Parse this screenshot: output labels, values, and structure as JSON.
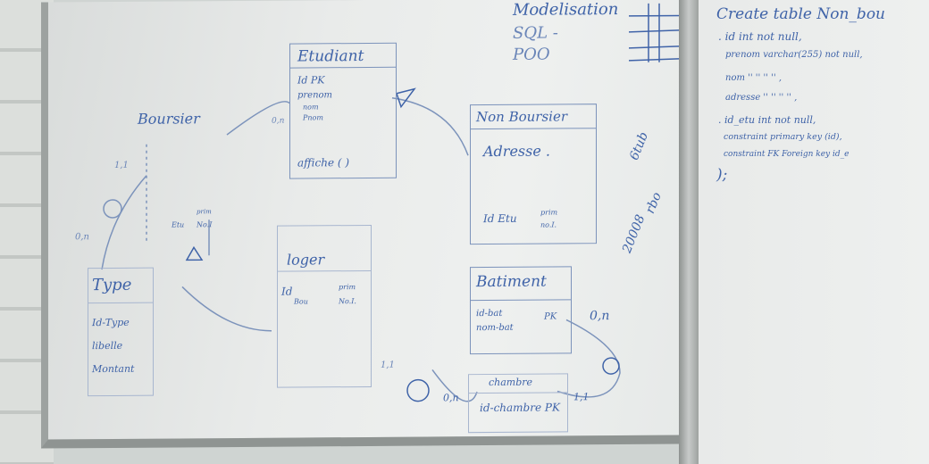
{
  "left_board": {
    "header": [
      "Modelisation",
      "SQL -",
      "POO"
    ],
    "entities": {
      "etudiant": {
        "name": "Etudiant",
        "attrs": [
          "Id PK",
          "prenom",
          "nom",
          "Pnom"
        ],
        "method": "affiche ( )"
      },
      "boursier": {
        "name": "Boursier",
        "attrs": [
          "Etu",
          "prim",
          "No.I"
        ]
      },
      "non_boursier": {
        "name": "Non Boursier",
        "attrs": [
          "Adresse .",
          "Id Etu",
          "prim",
          "no.I."
        ]
      },
      "loger": {
        "name": "loger",
        "attrs": [
          "Id",
          "Bou",
          "prim",
          "No.I."
        ]
      },
      "type": {
        "name": "Type",
        "attrs": [
          "Id-Type",
          "libelle",
          "Montant"
        ]
      },
      "batiment": {
        "name": "Batiment",
        "attrs": [
          "id-bat",
          "PK",
          "nom-bat"
        ]
      },
      "chambre": {
        "name": "chambre",
        "attrs": [
          "id-chambre PK"
        ]
      }
    },
    "cardinalities": [
      "1,1",
      "0,n",
      "0,n",
      "1,1",
      "0,n",
      "1,1",
      "0,n"
    ],
    "side_note": [
      "6tub",
      "rbo",
      "20008"
    ]
  },
  "right_board": {
    "lines": [
      "Create table Non_bou",
      ". id int not null,",
      "prenom varchar(255) not null,",
      "nom  ''  ''  '' '' ,",
      "adresse  ''  ''  ''  '' ,",
      ". id_etu int not null,",
      "constraint primary key (id),",
      "constraint FK Foreign key id_e",
      ");"
    ]
  }
}
